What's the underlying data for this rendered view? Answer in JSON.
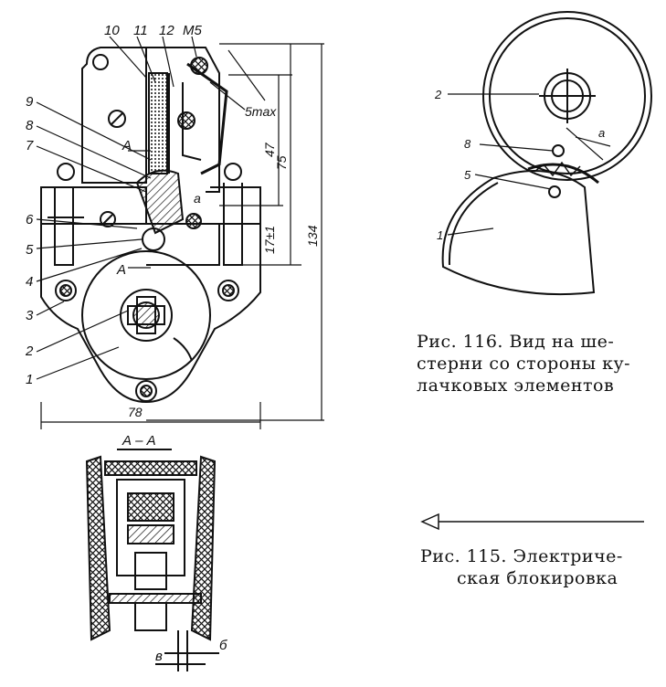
{
  "main_drawing": {
    "callouts": [
      "1",
      "2",
      "3",
      "4",
      "5",
      "6",
      "7",
      "8",
      "9",
      "10",
      "11",
      "12",
      "M5"
    ],
    "dimensions": {
      "gap_max": "5max",
      "dim_47": "47",
      "dim_75": "75",
      "dim_134": "134",
      "dim_17": "17±1",
      "width_78": "78",
      "gap_a": "a"
    },
    "section_marks": [
      "A",
      "A"
    ]
  },
  "section_view": {
    "title": "А – А",
    "gap_b": "б",
    "gap_v": "в"
  },
  "cam_view": {
    "callouts": [
      "2",
      "8",
      "5",
      "1"
    ],
    "gap_a": "a"
  },
  "captions": {
    "fig116": [
      "Рис. 116. Вид на ше-",
      "стерни со стороны ку-",
      "лачковых    элементов"
    ],
    "fig115": [
      "Рис.  115.  Электриче-",
      "ская   блокировка"
    ]
  },
  "arrow_icon": "left-arrow-icon"
}
